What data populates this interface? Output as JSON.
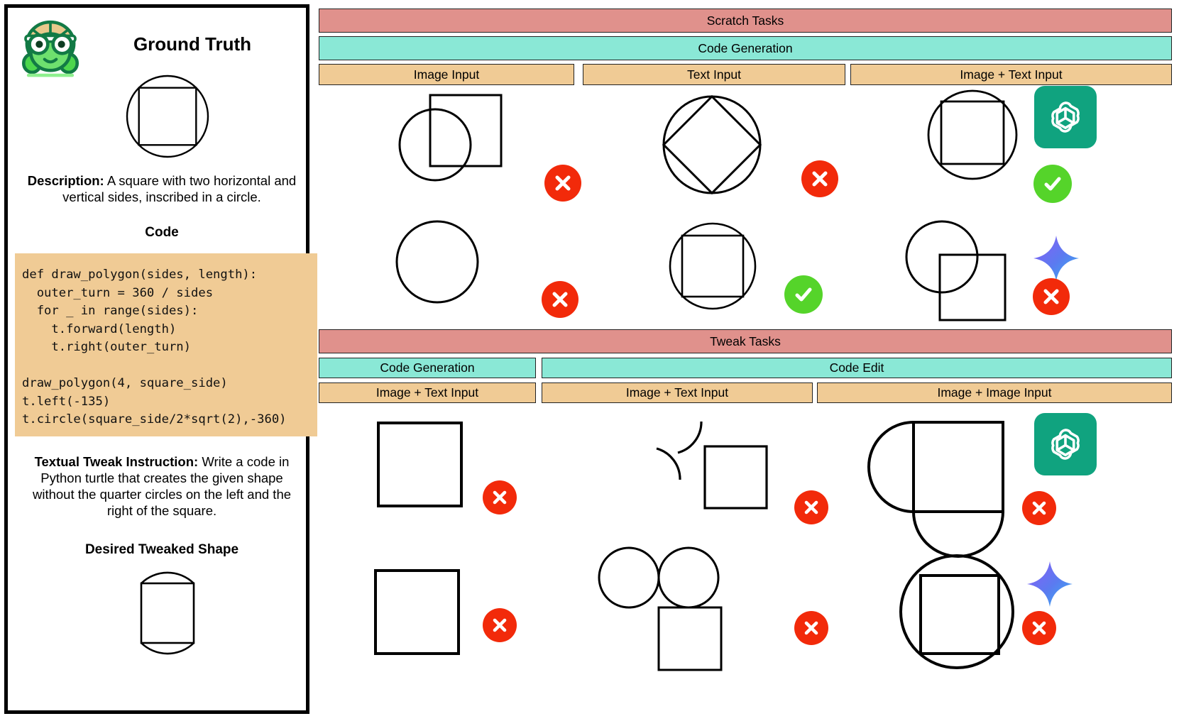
{
  "left_panel": {
    "logo_icon": "python-turtle-icon",
    "title": "Ground Truth",
    "gt_shape_caption": "square inscribed in circle",
    "description_label": "Description:",
    "description_text": " A square with two horizontal and vertical sides, inscribed in a circle.",
    "code_label": "Code",
    "code": "def draw_polygon(sides, length):\n  outer_turn = 360 / sides\n  for _ in range(sides):\n    t.forward(length)\n    t.right(outer_turn)\n\ndraw_polygon(4, square_side)\nt.left(-135)\nt.circle(square_side/2*sqrt(2),-360)",
    "tweak_label": "Textual Tweak Instruction:",
    "tweak_text": " Write a code in Python turtle that creates the given shape without the quarter circles on the left and the right of the square.",
    "desired_label": "Desired Tweaked Shape",
    "desired_shape_caption": "square with top and bottom arcs"
  },
  "colors": {
    "section_header": "#e0918c",
    "task_header": "#8ae8d6",
    "input_header": "#f0cb95",
    "fail": "#f22a0a",
    "pass": "#55d42a",
    "openai_green": "#10a37f",
    "gemini_blue": "#4a8cf7",
    "gemini_purple": "#8b5cf6"
  },
  "scratch_tasks": {
    "section_title": "Scratch Tasks",
    "task_title": "Code Generation",
    "columns": [
      {
        "label": "Image Input",
        "rows": [
          {
            "model": "gpt",
            "result": "fail",
            "shape": "square-overlapping-circle-offset"
          },
          {
            "model": "gemini",
            "result": "fail",
            "shape": "circle-only"
          }
        ]
      },
      {
        "label": "Text Input",
        "rows": [
          {
            "model": "gpt",
            "result": "fail",
            "shape": "diamond-inscribed-in-circle"
          },
          {
            "model": "gemini",
            "result": "pass",
            "shape": "square-inscribed-in-circle"
          }
        ]
      },
      {
        "label": "Image + Text Input",
        "rows": [
          {
            "model": "gpt",
            "result": "pass",
            "shape": "square-inscribed-in-circle"
          },
          {
            "model": "gemini",
            "result": "fail",
            "shape": "circle-overlapping-square-offset"
          }
        ]
      }
    ]
  },
  "tweak_tasks": {
    "section_title": "Tweak Tasks",
    "task_titles": [
      "Code Generation",
      "Code Edit"
    ],
    "columns": [
      {
        "label": "Image + Text Input",
        "task": "Code Generation",
        "rows": [
          {
            "model": "gpt",
            "result": "fail",
            "shape": "square-only"
          },
          {
            "model": "gemini",
            "result": "fail",
            "shape": "square-only"
          }
        ]
      },
      {
        "label": "Image + Text Input",
        "task": "Code Edit",
        "rows": [
          {
            "model": "gpt",
            "result": "fail",
            "shape": "two-arcs-and-square"
          },
          {
            "model": "gemini",
            "result": "fail",
            "shape": "two-circles-and-square"
          }
        ]
      },
      {
        "label": "Image + Image Input",
        "task": "Code Edit",
        "rows": [
          {
            "model": "gpt",
            "result": "fail",
            "shape": "square-with-left-and-bottom-arc"
          },
          {
            "model": "gemini",
            "result": "fail",
            "shape": "square-inscribed-in-circle"
          }
        ]
      }
    ]
  },
  "icons": {
    "fail": "cross-circle-icon",
    "pass": "check-circle-icon",
    "openai": "openai-logo-icon",
    "gemini": "gemini-sparkle-icon"
  }
}
